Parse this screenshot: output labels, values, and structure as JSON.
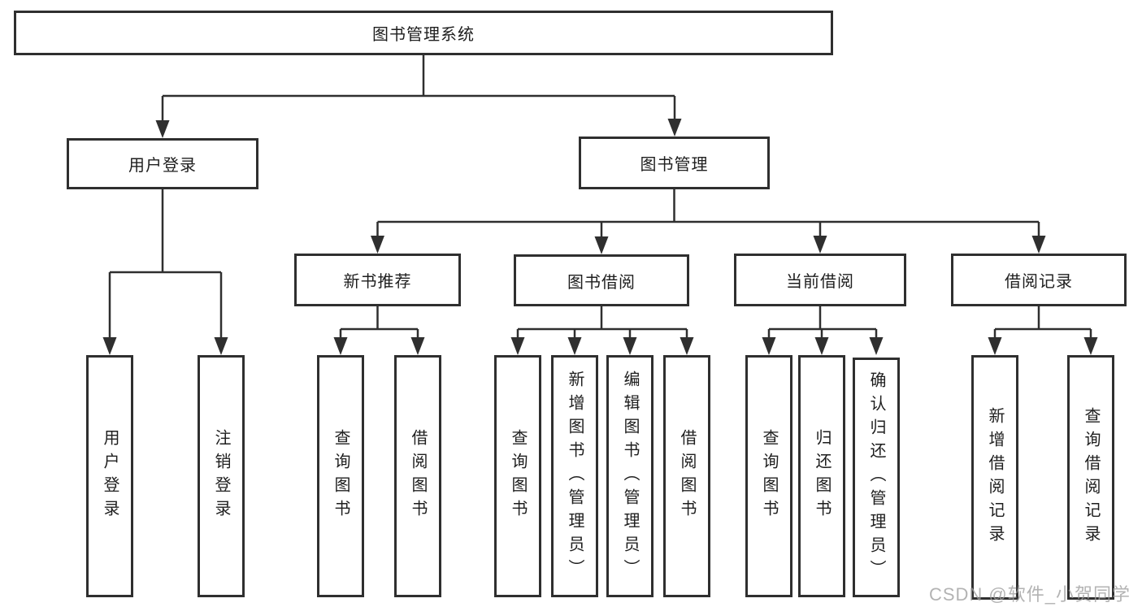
{
  "title": "图书管理系统",
  "branches": [
    {
      "label": "用户登录",
      "children": [
        {
          "label": "用户登录"
        },
        {
          "label": "注销登录"
        }
      ]
    },
    {
      "label": "图书管理",
      "sections": [
        {
          "label": "新书推荐",
          "children": [
            {
              "label": "查询图书"
            },
            {
              "label": "借阅图书"
            }
          ]
        },
        {
          "label": "图书借阅",
          "children": [
            {
              "label": "查询图书"
            },
            {
              "label": "新增图书（管理员）"
            },
            {
              "label": "编辑图书（管理员）"
            },
            {
              "label": "借阅图书"
            }
          ]
        },
        {
          "label": "当前借阅",
          "children": [
            {
              "label": "查询图书"
            },
            {
              "label": "归还图书"
            },
            {
              "label": "确认归还（管理员）"
            }
          ]
        },
        {
          "label": "借阅记录",
          "children": [
            {
              "label": "新增借阅记录"
            },
            {
              "label": "查询借阅记录"
            }
          ]
        }
      ]
    }
  ],
  "watermark": "CSDN @软件_小贺同学",
  "colors": {
    "line": "#2f2f2f",
    "text": "#1e1e1e",
    "background": "#ffffff",
    "watermark": "#9e9e9e"
  }
}
